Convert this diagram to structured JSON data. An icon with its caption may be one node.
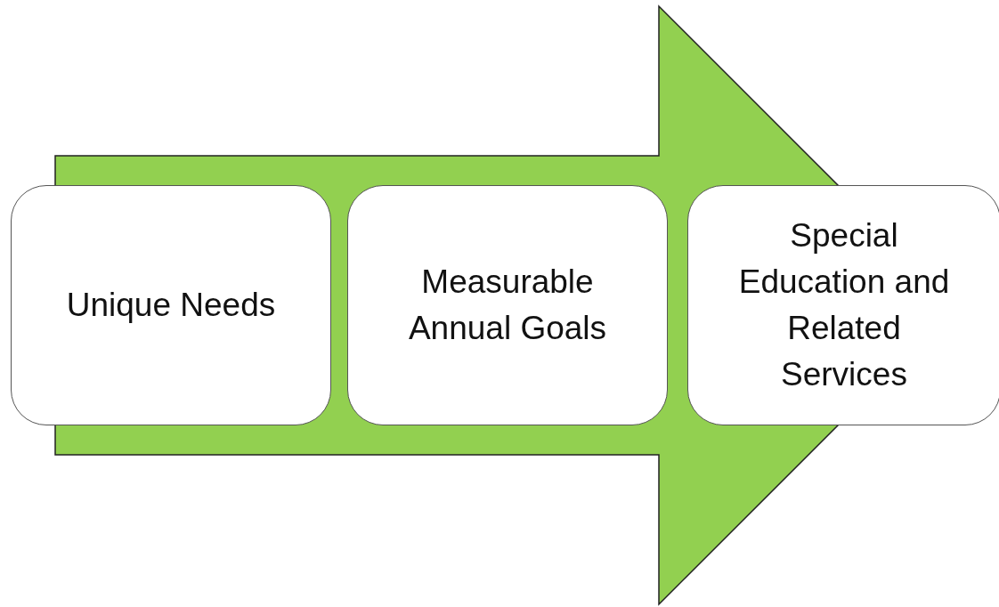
{
  "diagram": {
    "nodes": [
      {
        "text": [
          "Unique Needs"
        ]
      },
      {
        "text": [
          "Measurable Annual Goals"
        ]
      },
      {
        "text": [
          "Special Education and Related Services"
        ]
      }
    ],
    "edges": [
      {
        "from": 0,
        "to": 2,
        "arrow": "to"
      }
    ]
  }
}
